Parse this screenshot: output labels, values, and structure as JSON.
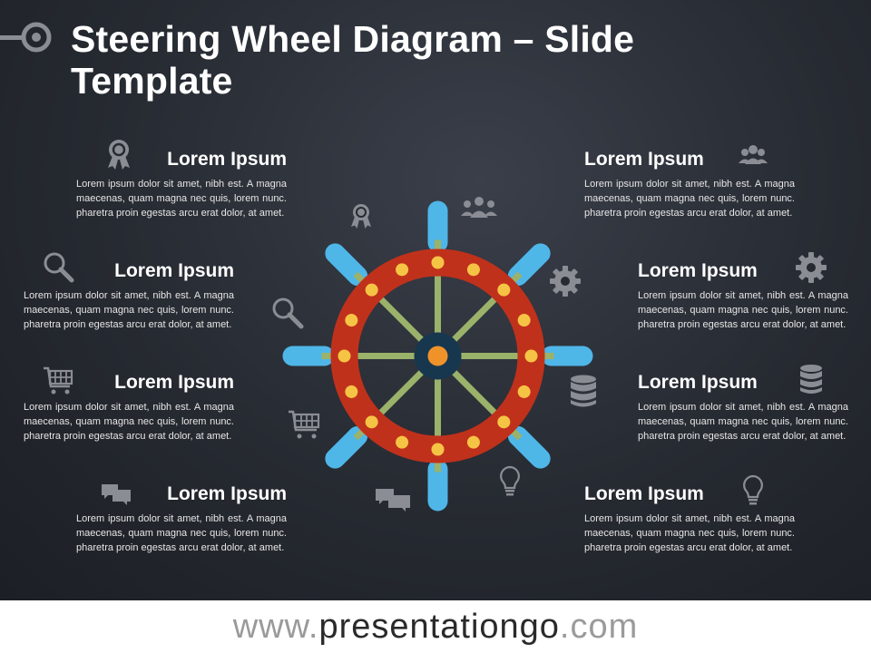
{
  "slide": {
    "title": "Steering Wheel Diagram – Slide Template",
    "colors": {
      "background": "#262a31",
      "ring": "#c0311c",
      "spokes": "#9bb26a",
      "handles": "#4fb6e8",
      "dots": "#f6c445",
      "hub": "#17374f",
      "hub_center": "#f0922a",
      "icon_gray": "#8a8d93"
    }
  },
  "items": [
    {
      "title": "Lorem Ipsum",
      "text": "Lorem ipsum dolor sit amet, nibh est. A magna maecenas, quam magna nec quis, lorem nunc. pharetra proin egestas arcu erat dolor, at amet.",
      "icon": "award-ribbon-icon"
    },
    {
      "title": "Lorem Ipsum",
      "text": "Lorem ipsum dolor sit amet, nibh est. A magna maecenas, quam magna nec quis, lorem nunc. pharetra proin egestas arcu erat dolor, at amet.",
      "icon": "magnifier-icon"
    },
    {
      "title": "Lorem Ipsum",
      "text": "Lorem ipsum dolor sit amet, nibh est. A magna maecenas, quam magna nec quis, lorem nunc. pharetra proin egestas arcu erat dolor, at amet.",
      "icon": "shopping-cart-icon"
    },
    {
      "title": "Lorem Ipsum",
      "text": "Lorem ipsum dolor sit amet, nibh est. A magna maecenas, quam magna nec quis, lorem nunc. pharetra proin egestas arcu erat dolor, at amet.",
      "icon": "chat-bubbles-icon"
    },
    {
      "title": "Lorem Ipsum",
      "text": "Lorem ipsum dolor sit amet, nibh est. A magna maecenas, quam magna nec quis, lorem nunc. pharetra proin egestas arcu erat dolor, at amet.",
      "icon": "team-icon"
    },
    {
      "title": "Lorem Ipsum",
      "text": "Lorem ipsum dolor sit amet, nibh est. A magna maecenas, quam magna nec quis, lorem nunc. pharetra proin egestas arcu erat dolor, at amet.",
      "icon": "gear-icon"
    },
    {
      "title": "Lorem Ipsum",
      "text": "Lorem ipsum dolor sit amet, nibh est. A magna maecenas, quam magna nec quis, lorem nunc. pharetra proin egestas arcu erat dolor, at amet.",
      "icon": "database-icon"
    },
    {
      "title": "Lorem Ipsum",
      "text": "Lorem ipsum dolor sit amet, nibh est. A magna maecenas, quam magna nec quis, lorem nunc. pharetra proin egestas arcu erat dolor, at amet.",
      "icon": "lightbulb-icon"
    }
  ],
  "footer": {
    "prefix": "www.",
    "brand": "presentationgo",
    "suffix": ".com"
  }
}
